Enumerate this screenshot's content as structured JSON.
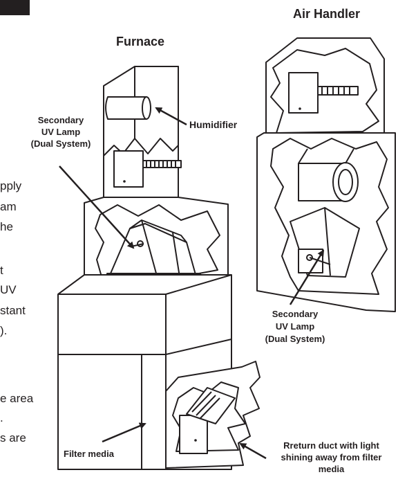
{
  "titles": {
    "furnace": "Furnace",
    "air_handler": "Air Handler"
  },
  "labels": {
    "humidifier": "Humidifier",
    "secondary_uv_left": [
      "Secondary",
      "UV Lamp",
      "(Dual System)"
    ],
    "secondary_uv_right": [
      "Secondary",
      "UV Lamp",
      "(Dual System)"
    ],
    "filter_media": "Filter media",
    "return_duct": [
      "Rreturn duct with light",
      "shining away from filter",
      "media"
    ]
  },
  "cropped_text_left": [
    "pply",
    "am",
    "he",
    "t",
    "UV",
    "stant",
    ").",
    "e area",
    ".",
    "s are"
  ]
}
